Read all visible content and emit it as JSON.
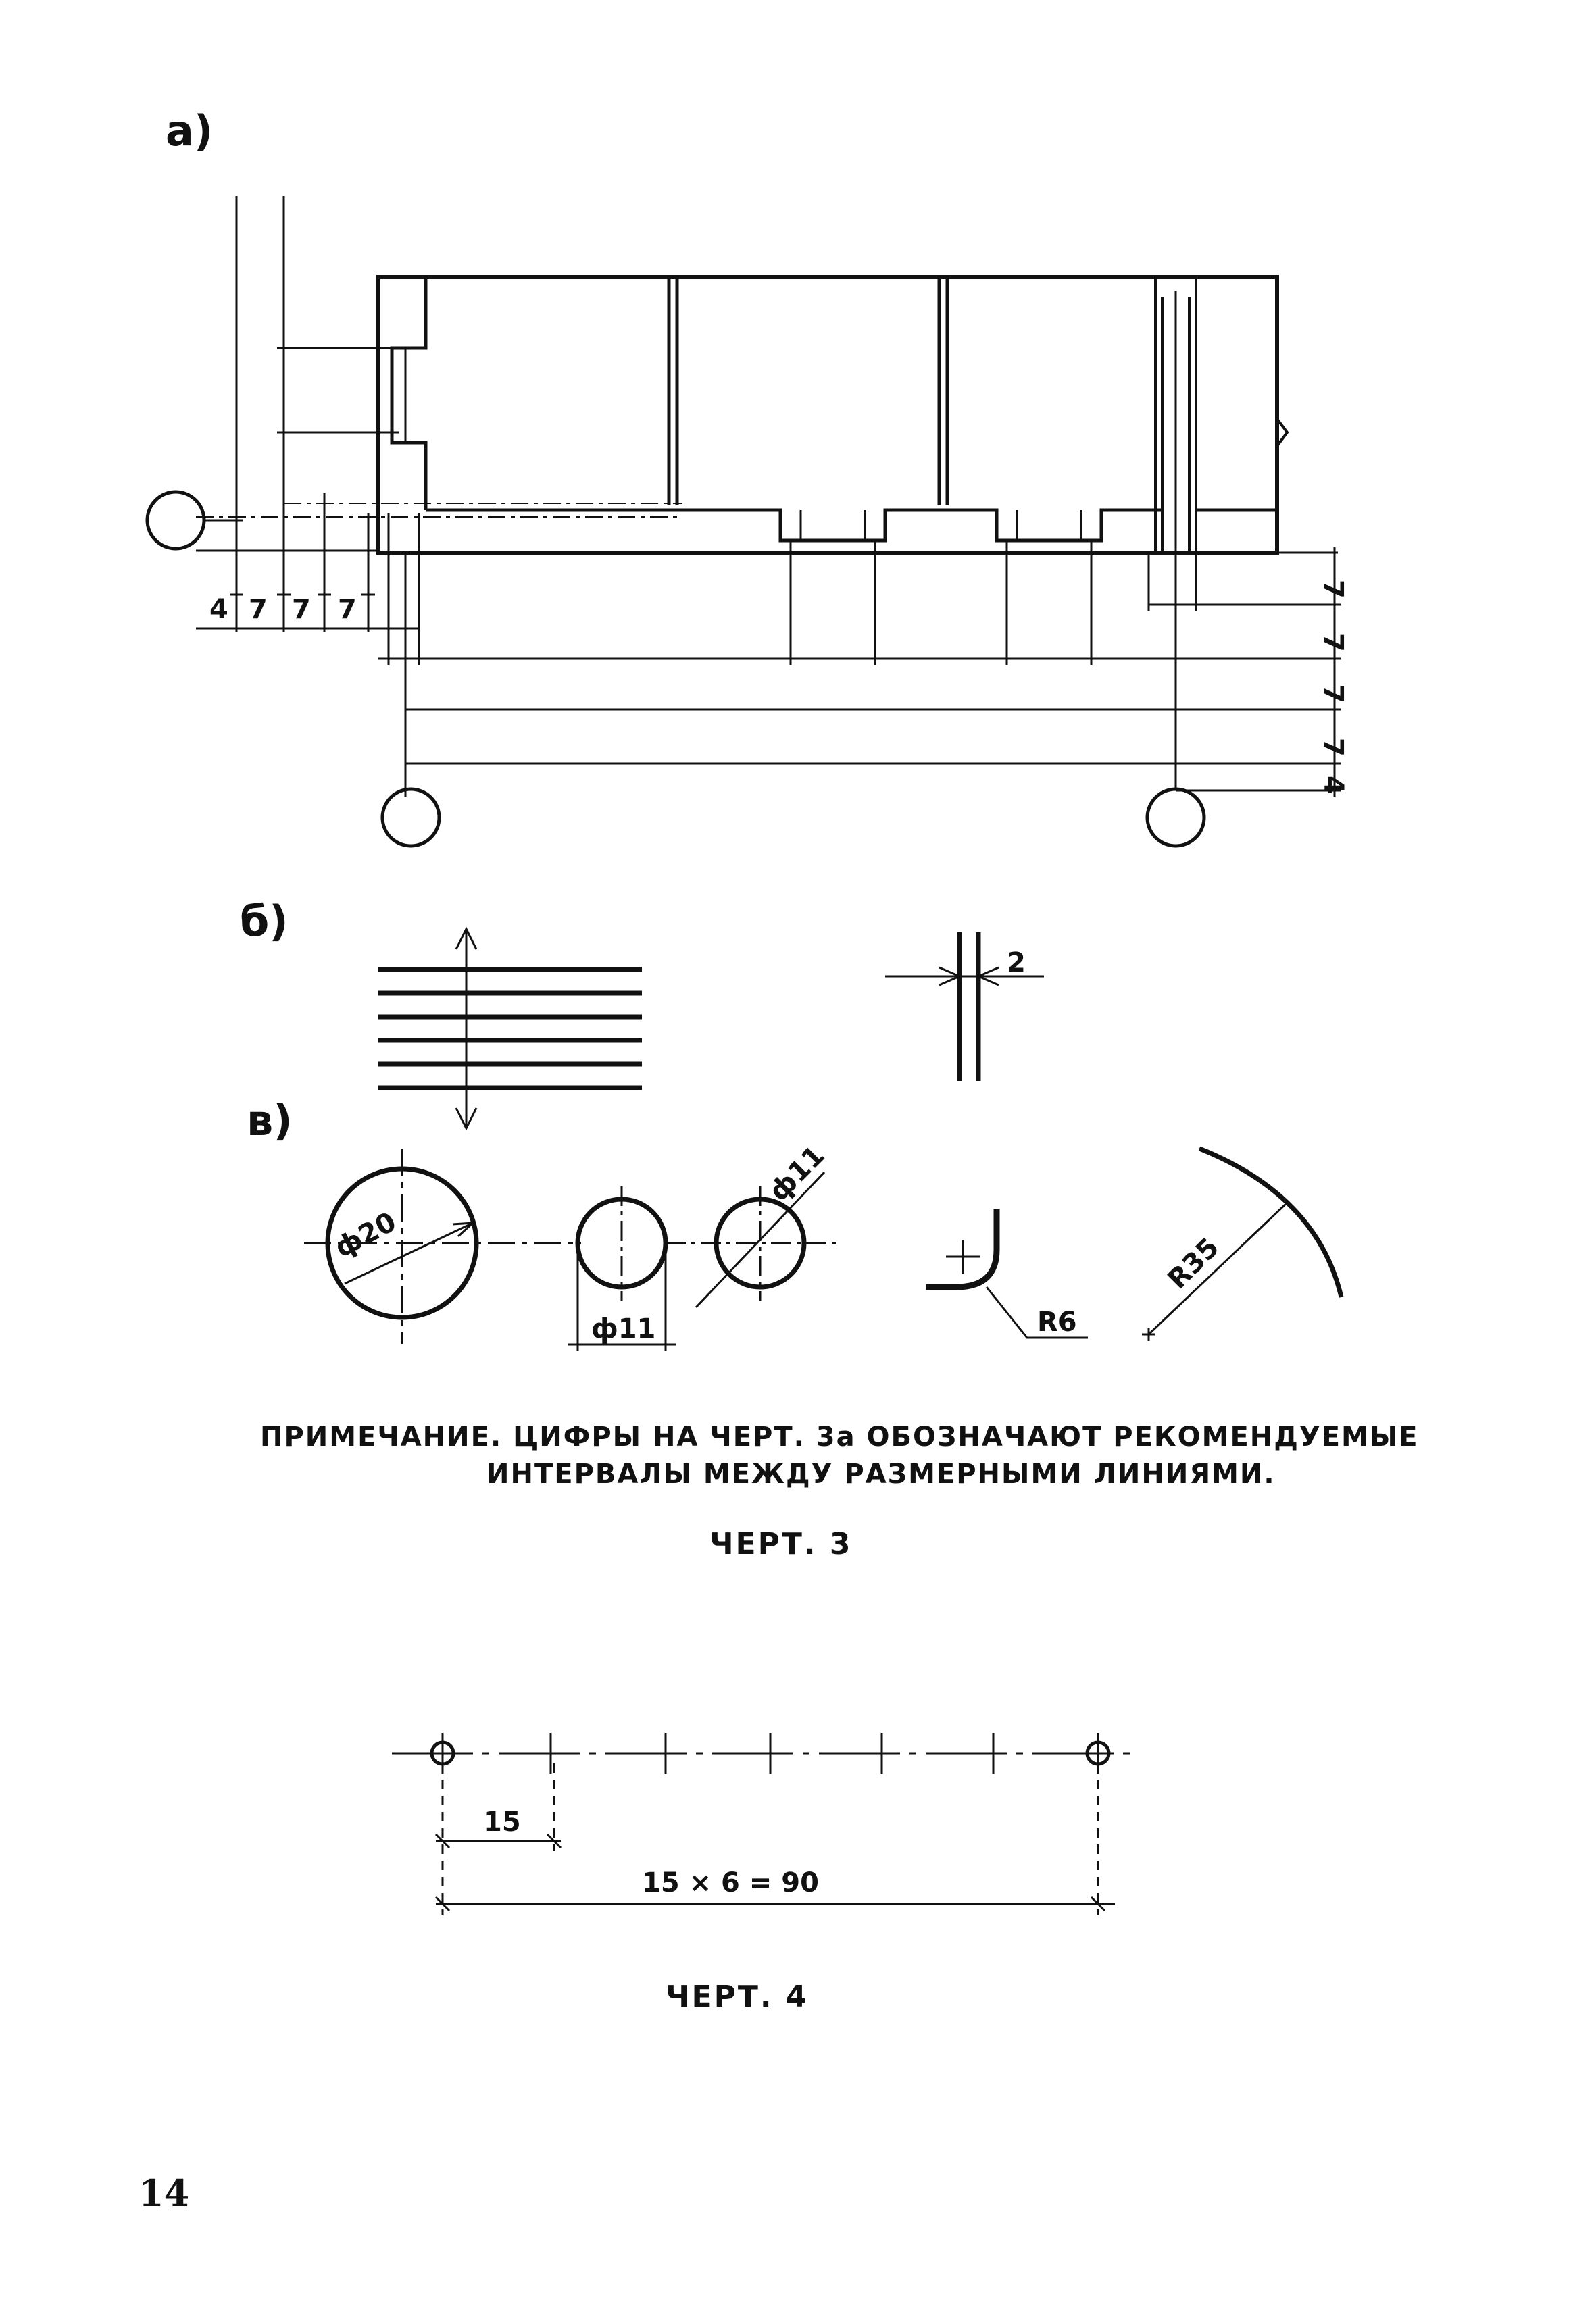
{
  "labels": {
    "a": "a)",
    "b": "б)",
    "v": "в)"
  },
  "fig3": {
    "left_dims": [
      "4",
      "7",
      "7",
      "7"
    ],
    "right_dims": [
      "7",
      "7",
      "7",
      "7",
      "4"
    ],
    "gap_dim": "2",
    "diameter_large": "ф20",
    "diameter_small": "ф11",
    "diameter_small_b": "ф11",
    "radius_small": "R6",
    "radius_large": "R35"
  },
  "note": {
    "line1": "ПРИМЕЧАНИЕ. ЦИФРЫ НА ЧЕРТ. 3а ОБОЗНАЧАЮТ РЕКОМЕНДУЕМЫЕ",
    "line2": "ИНТЕРВАЛЫ МЕЖДУ РАЗМЕРНЫМИ ЛИНИЯМИ."
  },
  "caption3": "ЧЕРТ. 3",
  "fig4": {
    "step": "15",
    "total": "15 × 6 = 90"
  },
  "caption4": "ЧЕРТ. 4",
  "page_number": "14"
}
